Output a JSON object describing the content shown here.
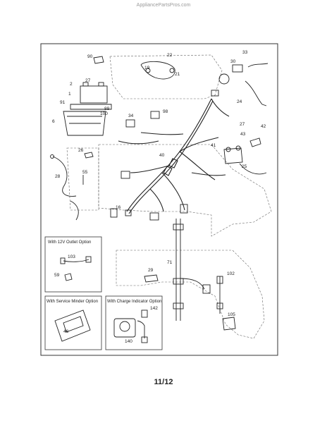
{
  "watermark": "AppliancePartsPros.com",
  "page_number": "11/12",
  "insets": {
    "outlet_option": "With 12V Outlet Option",
    "service_minder_option": "With Service Minder Option",
    "charge_indicator_option": "With Charge Indicator Option"
  },
  "part_labels": {
    "p90": "90",
    "p22": "22",
    "p19": "19",
    "p21": "21",
    "p30": "30",
    "p33": "33",
    "p2": "2",
    "p27a": "27",
    "p1": "1",
    "p91": "91",
    "p89": "89",
    "p100": "100",
    "p6": "6",
    "p34": "34",
    "p98": "98",
    "p24": "24",
    "p27b": "27",
    "p43": "43",
    "p42": "42",
    "p41": "41",
    "p25": "25",
    "p26": "26",
    "p40": "40",
    "p28": "28",
    "p55": "55",
    "p16": "16",
    "p103": "103",
    "p59": "59",
    "p29": "29",
    "p71": "71",
    "p102": "102",
    "p46": "46",
    "p142": "142",
    "p140": "140",
    "p105": "105"
  }
}
